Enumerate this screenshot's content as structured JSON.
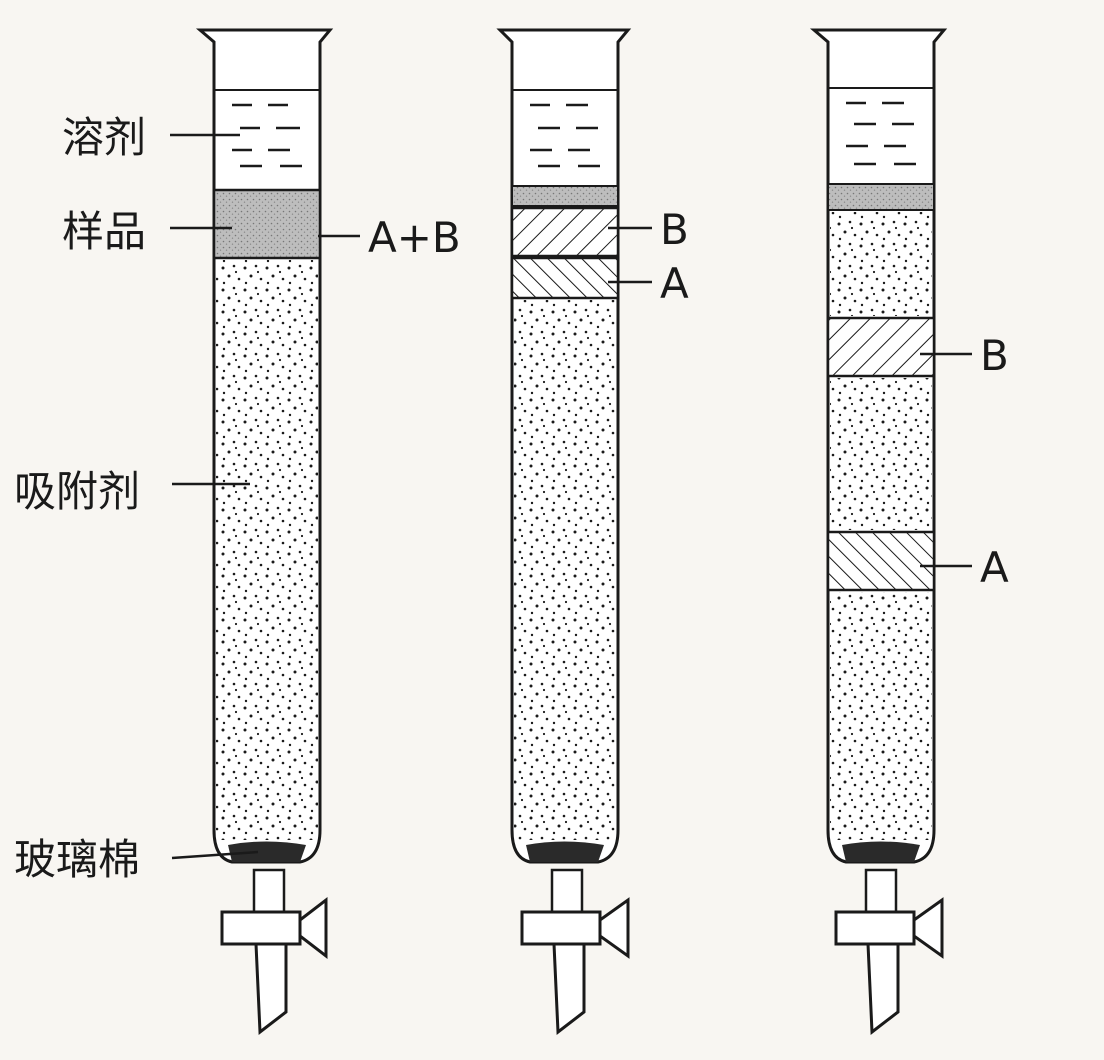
{
  "labels": {
    "solvent": "溶剂",
    "sample": "样品",
    "adsorbent": "吸附剂",
    "glass_wool": "玻璃棉"
  },
  "columns": [
    {
      "id": "column-1",
      "bands": [
        {
          "label": "A+B",
          "pattern": "stipple"
        }
      ]
    },
    {
      "id": "column-2",
      "bands": [
        {
          "label": "B",
          "pattern": "hatch-forward"
        },
        {
          "label": "A",
          "pattern": "hatch-back"
        }
      ]
    },
    {
      "id": "column-3",
      "bands": [
        {
          "label": "B",
          "pattern": "hatch-forward"
        },
        {
          "label": "A",
          "pattern": "hatch-back"
        }
      ]
    }
  ],
  "colors": {
    "ink": "#1a1a1a",
    "paper": "#f8f6f2",
    "sample_fill": "#bdbdbd"
  }
}
